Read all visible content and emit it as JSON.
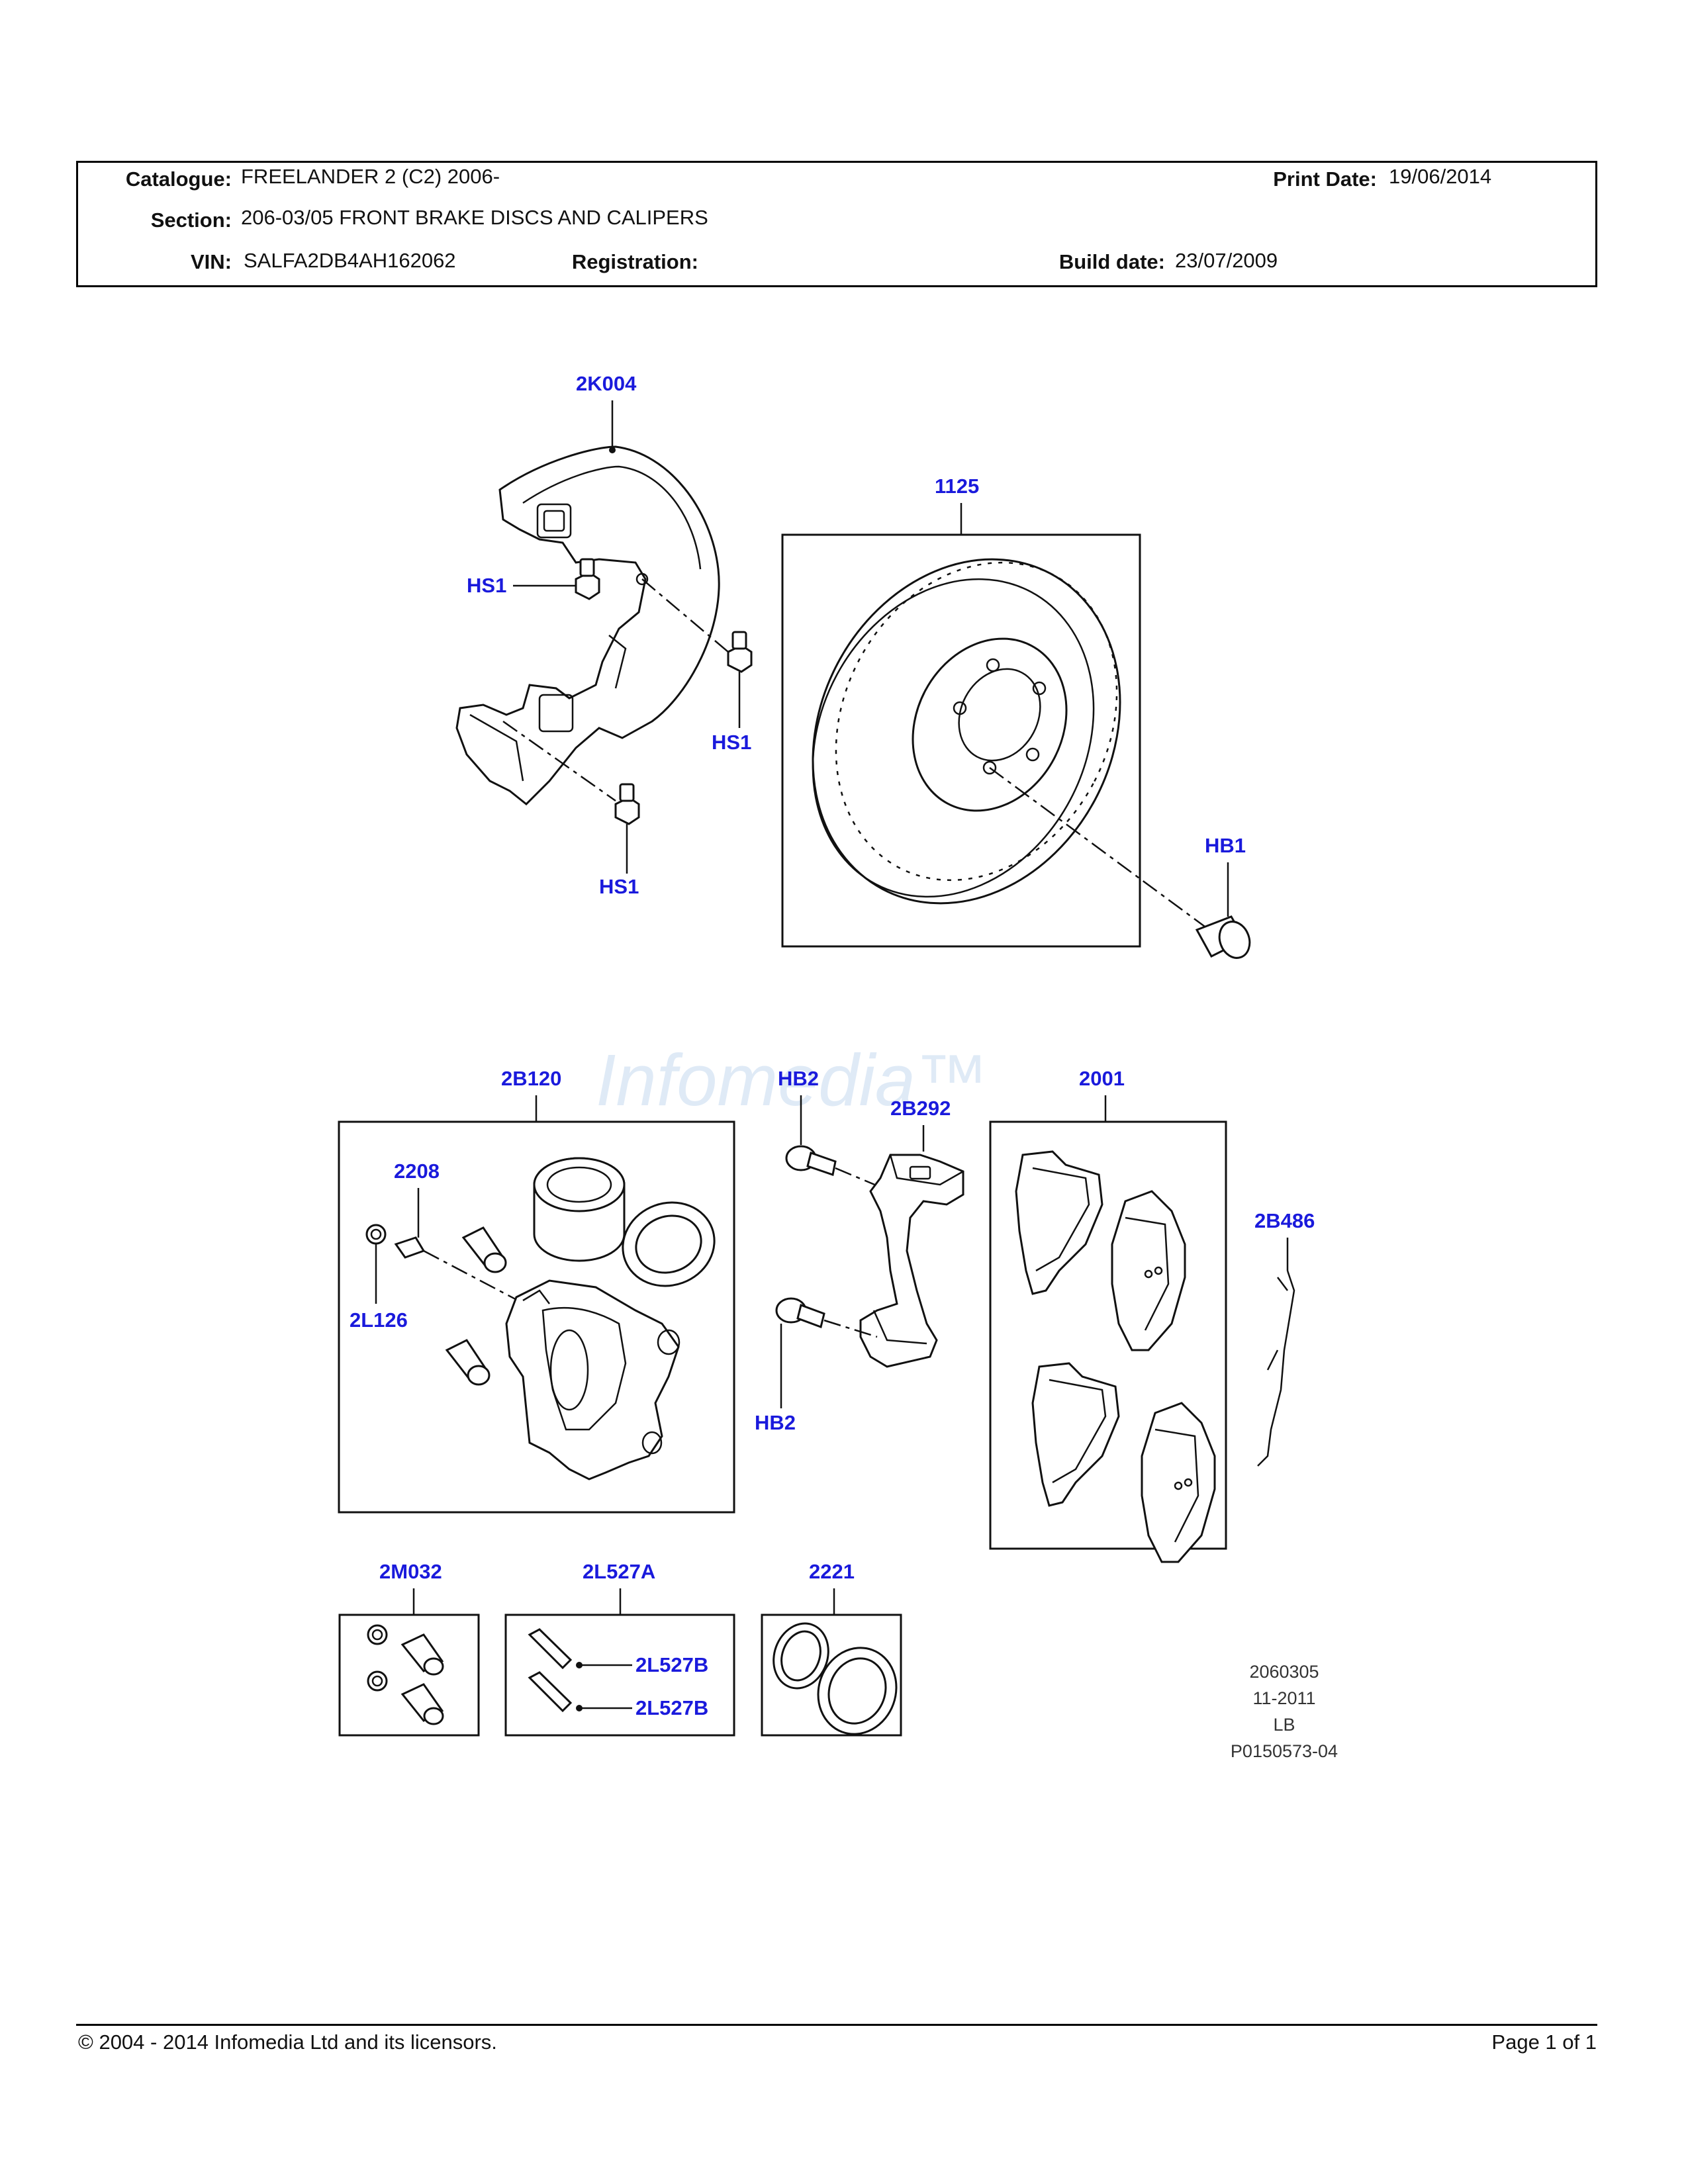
{
  "header": {
    "catalogue_label": "Catalogue:",
    "catalogue_value": "FREELANDER 2 (C2) 2006-",
    "print_date_label": "Print Date:",
    "print_date_value": "19/06/2014",
    "section_label": "Section:",
    "section_value": "206-03/05 FRONT BRAKE DISCS AND CALIPERS",
    "vin_label": "VIN:",
    "vin_value": "SALFA2DB4AH162062",
    "registration_label": "Registration:",
    "build_date_label": "Build date:",
    "build_date_value": "23/07/2009"
  },
  "diagram": {
    "watermark": "Infomedia™",
    "callouts": {
      "shield": "2K004",
      "hs1_a": "HS1",
      "hs1_b": "HS1",
      "hs1_c": "HS1",
      "disc": "1125",
      "hb1": "HB1",
      "caliper": "2B120",
      "bleed_screw": "2208",
      "bleed_cap": "2L126",
      "hb2_a": "HB2",
      "hb2_b": "HB2",
      "carrier": "2B292",
      "pads": "2001",
      "clip": "2B486",
      "pin_kit": "2M032",
      "guide_pin_kit": "2L527A",
      "guide_pin_a": "2L527B",
      "guide_pin_b": "2L527B",
      "seal_kit": "2221"
    },
    "reference": [
      "2060305",
      "11-2011",
      "LB",
      "P0150573-04"
    ]
  },
  "footer": {
    "copyright": "© 2004 - 2014 Infomedia Ltd and its licensors.",
    "page": "Page 1 of 1"
  }
}
